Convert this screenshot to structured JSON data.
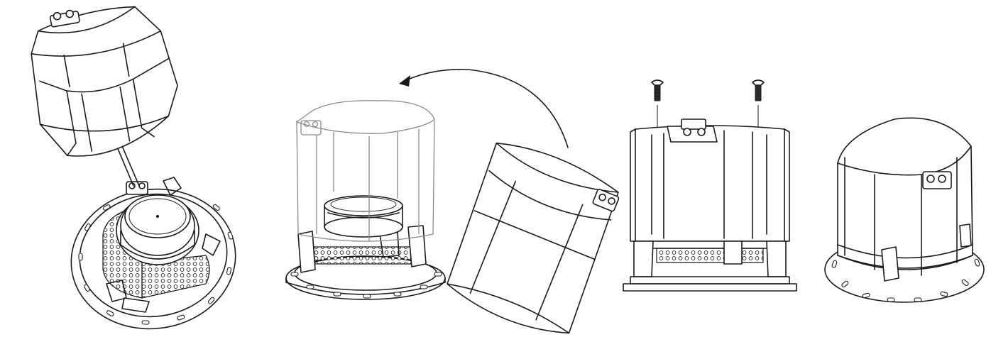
{
  "steps": [
    {
      "id": "remove-backcan",
      "icons": [
        "backcan-icon",
        "speaker-driver-icon",
        "wire-icon"
      ]
    },
    {
      "id": "rotate-backcan",
      "icons": [
        "rotation-arrow-icon",
        "backcan-icon",
        "speaker-frame-icon"
      ]
    },
    {
      "id": "insert-screws",
      "icons": [
        "screw-icon",
        "down-arrow-icon",
        "backcan-icon"
      ]
    },
    {
      "id": "assembled",
      "icons": [
        "assembled-speaker-icon"
      ]
    }
  ],
  "colors": {
    "line": "#1a1a1a",
    "ghost": "#8a8a8a",
    "background": "#ffffff"
  }
}
